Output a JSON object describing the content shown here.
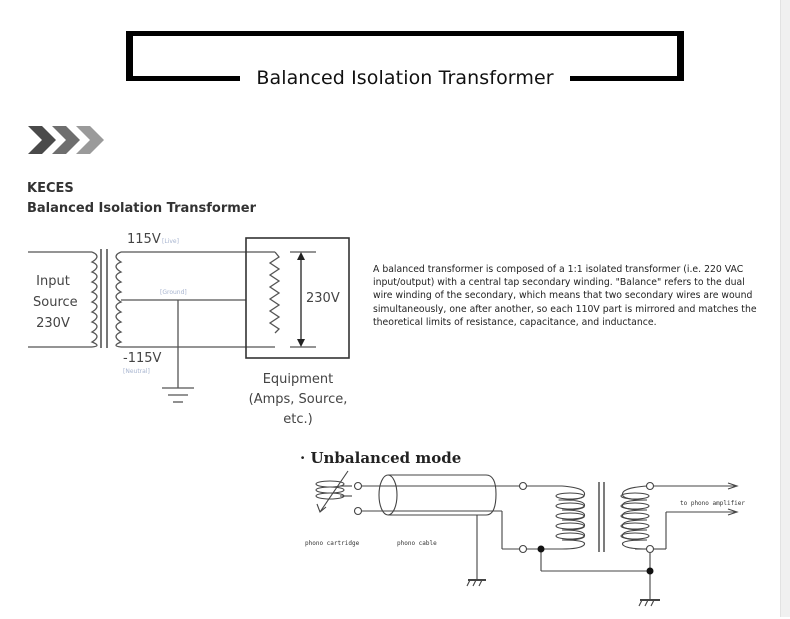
{
  "page": {
    "title": "Balanced Isolation Transformer",
    "heading": {
      "brand": "KECES",
      "subtitle": "Balanced Isolation Transformer"
    },
    "decor": {
      "arrows_icon": "triple-chevron-right-icon",
      "arrow_colors": [
        "#4a4a4a",
        "#6e6e6e",
        "#9a9a9a"
      ]
    },
    "description_lines": [
      "A balanced transformer is composed of a 1:1 isolated transformer (i.e. 220 VAC",
      "input/output) with a central tap secondary winding. \"Balance\" refers to the dual",
      "wire winding of the secondary, which means that two secondary wires are wound",
      "simultaneously, one after another, so each 110V part is mirrored and matches the",
      "theoretical limits of resistance, capacitance, and inductance."
    ]
  },
  "balanced_diagram": {
    "input_label": [
      "Input",
      "Source",
      "230V"
    ],
    "top_voltage": "115V",
    "top_tag": "[Live]",
    "center_tag": "[Ground]",
    "bottom_voltage": "-115V",
    "bottom_tag": "[Neutral]",
    "load_voltage": "230V",
    "equipment_label": [
      "Equipment",
      "(Amps, Source,",
      "etc.)"
    ]
  },
  "unbalanced_diagram": {
    "title": "· Unbalanced mode",
    "labels": {
      "cartridge": "phono cartridge",
      "cable": "phono cable",
      "output": "to phono amplifier"
    }
  }
}
